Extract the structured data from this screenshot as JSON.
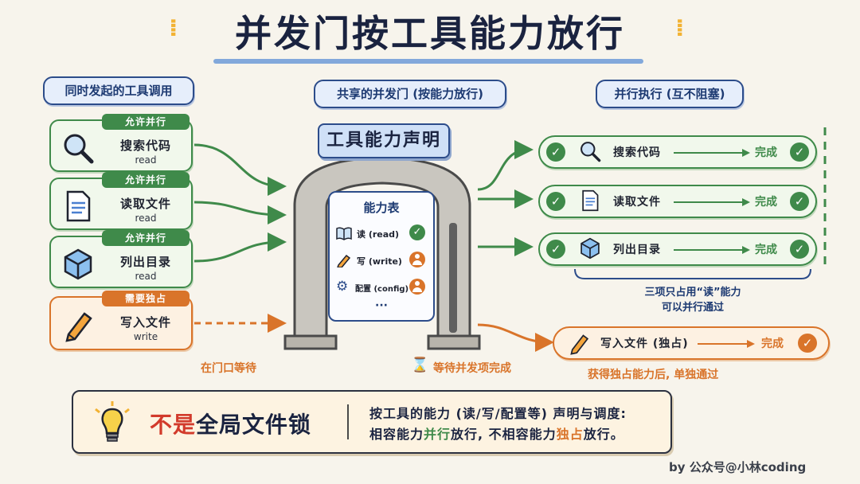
{
  "title": "并发门按工具能力放行",
  "columns": {
    "left": "同时发起的工具调用",
    "middle": "共享的并发门 (按能力放行)",
    "right": "并行执行 (互不阻塞)"
  },
  "left_cards": [
    {
      "badge": "允许并行",
      "label": "搜索代码",
      "cap": "read",
      "icon": "magnifier-icon",
      "status": "parallel"
    },
    {
      "badge": "允许并行",
      "label": "读取文件",
      "cap": "read",
      "icon": "document-icon",
      "status": "parallel"
    },
    {
      "badge": "允许并行",
      "label": "列出目录",
      "cap": "read",
      "icon": "cube-icon",
      "status": "parallel"
    },
    {
      "badge": "需要独占",
      "label": "写入文件",
      "cap": "write",
      "icon": "pencil-icon",
      "status": "exclusive"
    }
  ],
  "gate": {
    "sign": "工具能力声明",
    "panel_title": "能力表",
    "rows": [
      {
        "label": "读 (read)",
        "icon": "book-icon",
        "state": "check"
      },
      {
        "label": "写 (write)",
        "icon": "pencil-icon",
        "state": "person"
      },
      {
        "label": "配置 (config)",
        "icon": "gear-icon",
        "state": "person"
      }
    ],
    "more": "···"
  },
  "right_results": [
    {
      "label": "搜索代码",
      "done": "完成",
      "icon": "magnifier-icon"
    },
    {
      "label": "读取文件",
      "done": "完成",
      "icon": "document-icon"
    },
    {
      "label": "列出目录",
      "done": "完成",
      "icon": "cube-icon"
    }
  ],
  "exclusive_result": {
    "label": "写入文件 (独占)",
    "done": "完成",
    "icon": "pencil-icon"
  },
  "notes": {
    "parallel_line1": "三项只占用“读”能力",
    "parallel_line2": "可以并行通过",
    "wait_at_gate": "在门口等待",
    "wait_parallel": "等待并发项完成",
    "exclusive_pass": "获得独占能力后, 单独通过"
  },
  "summary": {
    "big_part1": "不是",
    "big_part2": "全局文件锁",
    "line1": "按工具的能力 (读/写/配置等) 声明与调度:",
    "line2_a": "相容能力",
    "line2_b": "并行",
    "line2_c": "放行, 不相容能力",
    "line2_d": "独占",
    "line2_e": "放行。"
  },
  "credit": "by 公众号@小林coding",
  "colors": {
    "green": "#3f8a4a",
    "orange": "#d9742a",
    "navy": "#2c4c8a",
    "red": "#d23a2b",
    "background": "#f7f4ec"
  }
}
